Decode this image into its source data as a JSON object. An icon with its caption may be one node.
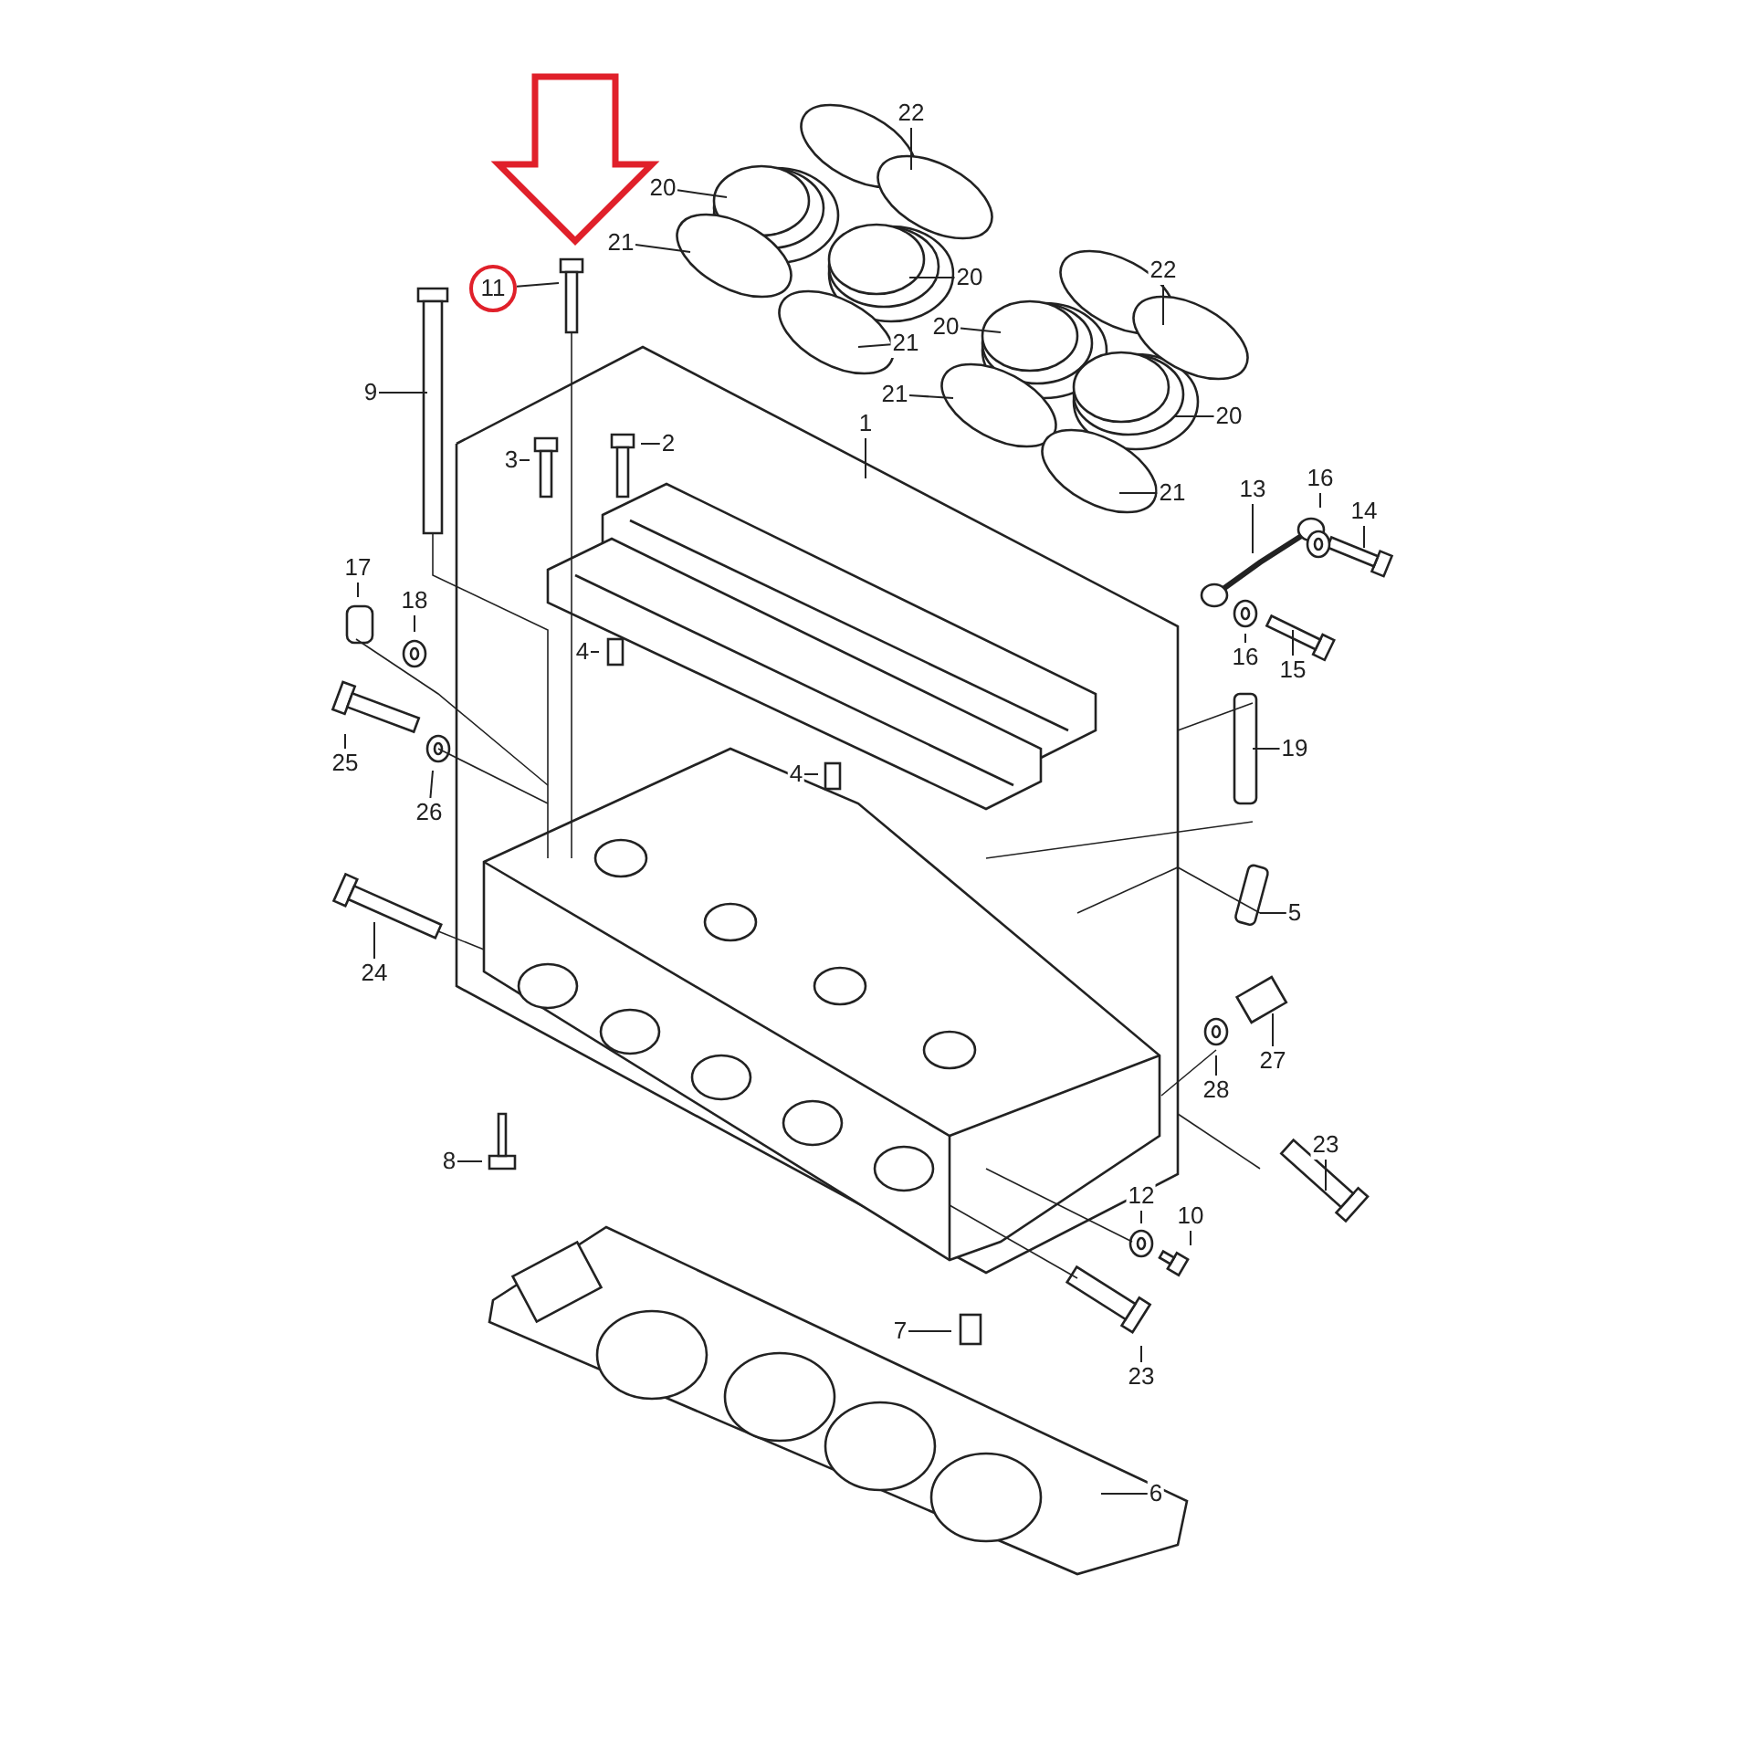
{
  "diagram": {
    "nodes": [
      {
        "text": [
          "22"
        ]
      },
      {
        "text": [
          "20"
        ]
      },
      {
        "text": [
          "11"
        ]
      },
      {
        "text": [
          "21"
        ]
      },
      {
        "text": [
          "20"
        ]
      },
      {
        "text": [
          "22"
        ]
      },
      {
        "text": [
          "9"
        ]
      },
      {
        "text": [
          "21"
        ]
      },
      {
        "text": [
          "20"
        ]
      },
      {
        "text": [
          "21"
        ]
      },
      {
        "text": [
          "1"
        ]
      },
      {
        "text": [
          "3"
        ]
      },
      {
        "text": [
          "2"
        ]
      },
      {
        "text": [
          "20"
        ]
      },
      {
        "text": [
          "13"
        ]
      },
      {
        "text": [
          "16"
        ]
      },
      {
        "text": [
          "14"
        ]
      },
      {
        "text": [
          "21"
        ]
      },
      {
        "text": [
          "17"
        ]
      },
      {
        "text": [
          "18"
        ]
      },
      {
        "text": [
          "16"
        ]
      },
      {
        "text": [
          "15"
        ]
      },
      {
        "text": [
          "4"
        ]
      },
      {
        "text": [
          "25"
        ]
      },
      {
        "text": [
          "19"
        ]
      },
      {
        "text": [
          "26"
        ]
      },
      {
        "text": [
          "4"
        ]
      },
      {
        "text": [
          "24"
        ]
      },
      {
        "text": [
          "5"
        ]
      },
      {
        "text": [
          "27"
        ]
      },
      {
        "text": [
          "28"
        ]
      },
      {
        "text": [
          "23"
        ]
      },
      {
        "text": [
          "8"
        ]
      },
      {
        "text": [
          "12"
        ]
      },
      {
        "text": [
          "10"
        ]
      },
      {
        "text": [
          "7"
        ]
      },
      {
        "text": [
          "23"
        ]
      },
      {
        "text": [
          "6"
        ]
      }
    ],
    "edges": [
      {
        "from": 0,
        "to": null,
        "arrow": "none"
      },
      {
        "from": 1,
        "to": null,
        "arrow": "none"
      },
      {
        "from": 2,
        "to": null,
        "arrow": "none"
      },
      {
        "from": 3,
        "to": null,
        "arrow": "none"
      },
      {
        "from": 4,
        "to": null,
        "arrow": "none"
      },
      {
        "from": 5,
        "to": null,
        "arrow": "none"
      },
      {
        "from": 6,
        "to": null,
        "arrow": "none"
      },
      {
        "from": 7,
        "to": null,
        "arrow": "none"
      },
      {
        "from": 8,
        "to": null,
        "arrow": "none"
      },
      {
        "from": 9,
        "to": null,
        "arrow": "none"
      },
      {
        "from": 10,
        "to": null,
        "arrow": "none"
      },
      {
        "from": 11,
        "to": null,
        "arrow": "none"
      },
      {
        "from": 12,
        "to": null,
        "arrow": "none"
      },
      {
        "from": 13,
        "to": null,
        "arrow": "none"
      },
      {
        "from": 14,
        "to": null,
        "arrow": "none"
      },
      {
        "from": 15,
        "to": null,
        "arrow": "none"
      },
      {
        "from": 16,
        "to": null,
        "arrow": "none"
      },
      {
        "from": 17,
        "to": null,
        "arrow": "none"
      },
      {
        "from": 18,
        "to": null,
        "arrow": "none"
      },
      {
        "from": 19,
        "to": null,
        "arrow": "none"
      },
      {
        "from": 20,
        "to": null,
        "arrow": "none"
      },
      {
        "from": 21,
        "to": null,
        "arrow": "none"
      },
      {
        "from": 22,
        "to": null,
        "arrow": "none"
      },
      {
        "from": 23,
        "to": null,
        "arrow": "none"
      },
      {
        "from": 24,
        "to": null,
        "arrow": "none"
      },
      {
        "from": 25,
        "to": null,
        "arrow": "none"
      },
      {
        "from": 26,
        "to": null,
        "arrow": "none"
      },
      {
        "from": 27,
        "to": null,
        "arrow": "none"
      },
      {
        "from": 28,
        "to": null,
        "arrow": "none"
      },
      {
        "from": 29,
        "to": null,
        "arrow": "none"
      },
      {
        "from": 30,
        "to": null,
        "arrow": "none"
      },
      {
        "from": 31,
        "to": null,
        "arrow": "none"
      },
      {
        "from": 32,
        "to": null,
        "arrow": "none"
      },
      {
        "from": 33,
        "to": null,
        "arrow": "none"
      },
      {
        "from": 34,
        "to": null,
        "arrow": "none"
      },
      {
        "from": 35,
        "to": null,
        "arrow": "none"
      },
      {
        "from": 36,
        "to": null,
        "arrow": "none"
      },
      {
        "from": 37,
        "to": null,
        "arrow": "none"
      }
    ]
  }
}
